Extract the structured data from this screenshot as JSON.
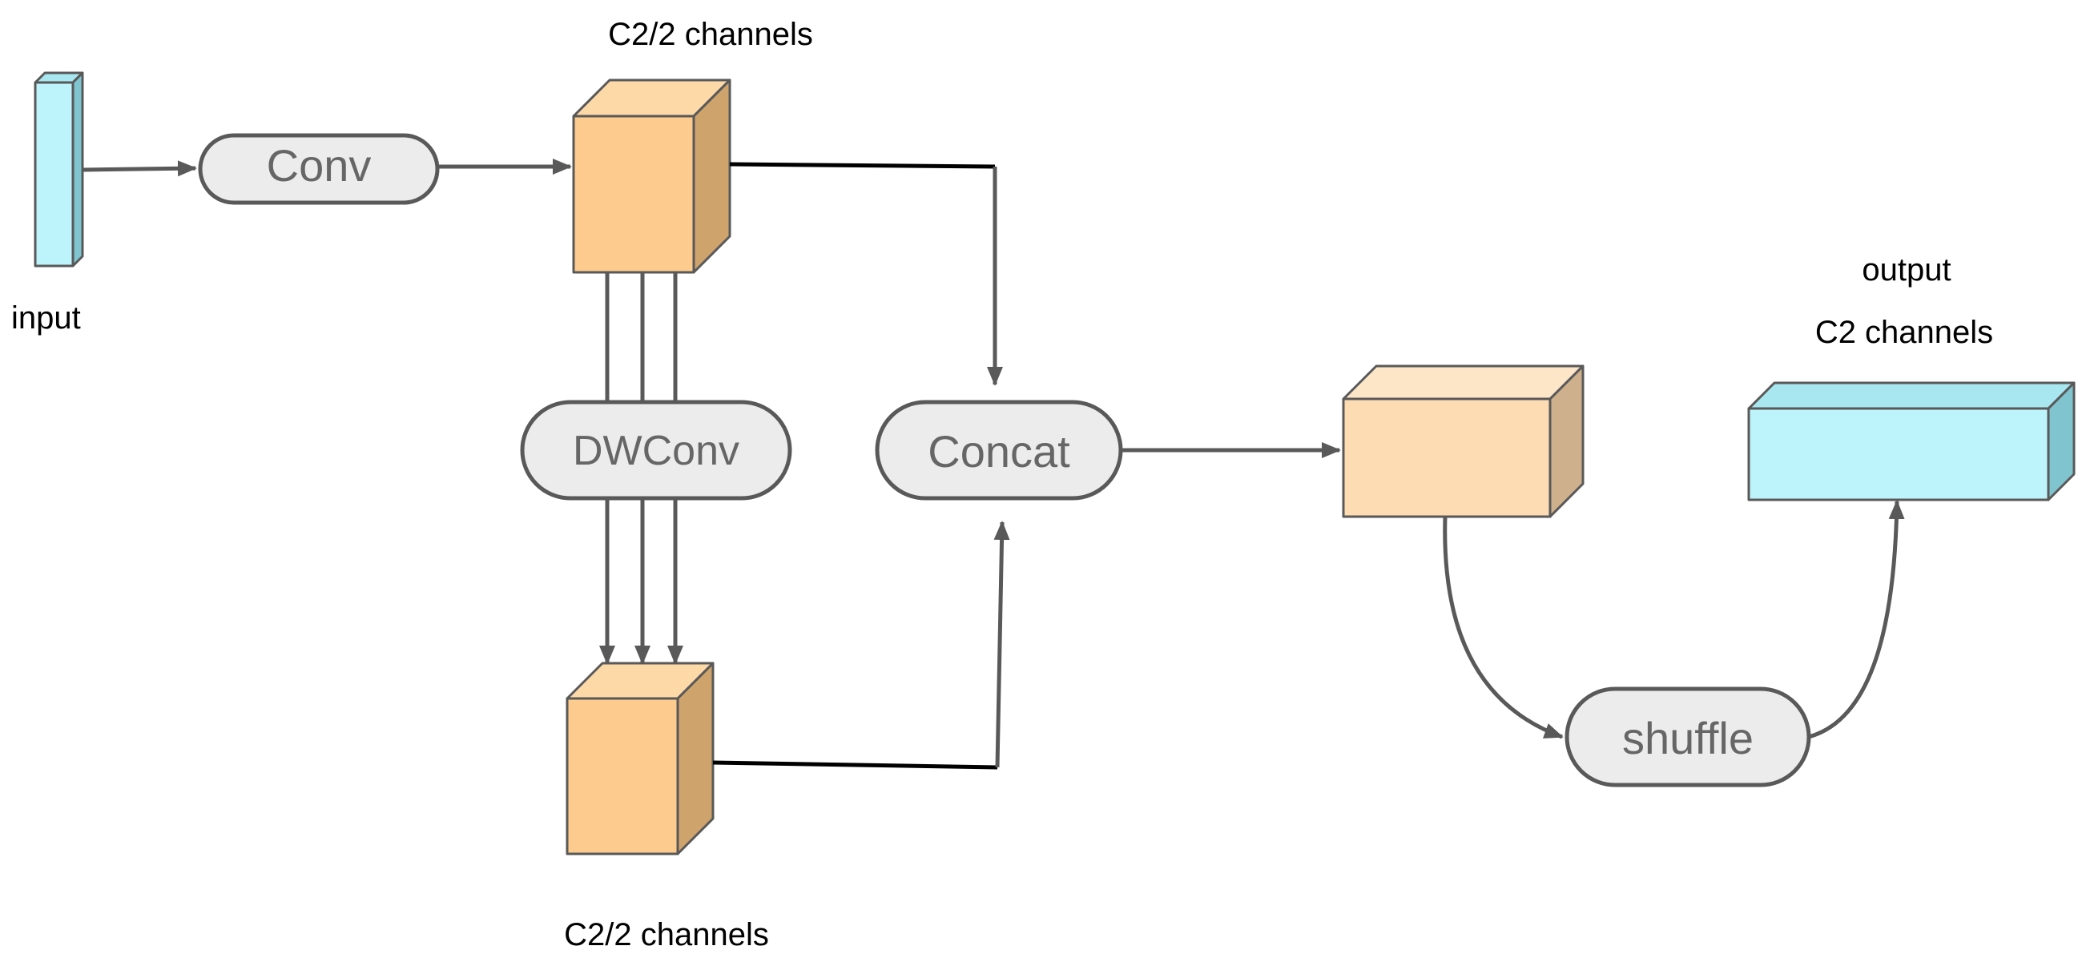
{
  "labels": {
    "input": "input",
    "top_channels": "C2/2 channels",
    "bottom_channels": "C2/2 channels",
    "output": "output",
    "output_channels": "C2 channels"
  },
  "nodes": {
    "conv": "Conv",
    "dwconv": "DWConv",
    "concat": "Concat",
    "shuffle": "shuffle"
  },
  "colors": {
    "input_block": "#bdf3fb",
    "output_block": "#bdf3fb",
    "feature_block": "#fdcb8d",
    "concat_block": "#fddcb3",
    "node_fill": "#ececec",
    "node_stroke": "#595959",
    "arrow": "#595959"
  }
}
